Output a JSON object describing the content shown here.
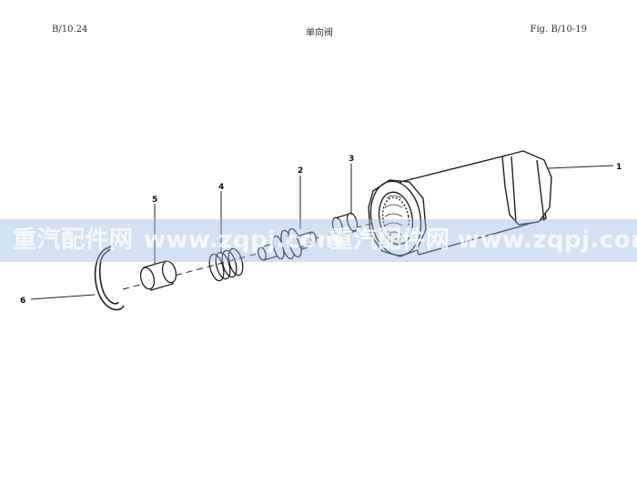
{
  "header": {
    "left": "B/10.24",
    "center": "单向阀",
    "right": "Fig. B/10-19"
  },
  "callouts": [
    "1",
    "2",
    "3",
    "4",
    "5",
    "6"
  ],
  "watermark": {
    "cn": "重汽配件网",
    "url": "www.zqpj.com",
    "band_color": "#96b9e1"
  }
}
